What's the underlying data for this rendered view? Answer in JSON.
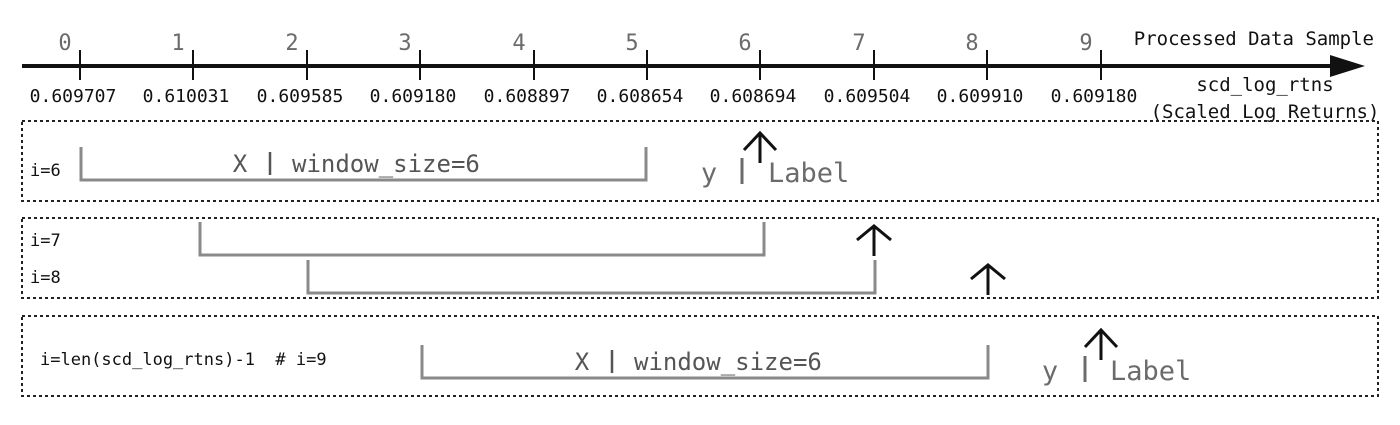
{
  "axis": {
    "indices": [
      "0",
      "1",
      "2",
      "3",
      "4",
      "5",
      "6",
      "7",
      "8",
      "9"
    ],
    "values": [
      "0.609707",
      "0.610031",
      "0.609585",
      "0.609180",
      "0.608897",
      "0.608654",
      "0.608694",
      "0.609504",
      "0.609910",
      "0.609180"
    ],
    "title": "Processed Data Sample",
    "series_name": "scd_log_rtns",
    "series_desc": "(Scaled Log Returns)"
  },
  "panels": [
    {
      "row_label": "i=6",
      "x_label": "X",
      "window_label": "window_size=6",
      "y_label": "y",
      "label_text": "Label"
    },
    {
      "row_labels": [
        "i=7",
        "i=8"
      ]
    },
    {
      "row_label": "i=len(scd_log_rtns)-1  # i=9",
      "x_label": "X",
      "window_label": "window_size=6",
      "y_label": "y",
      "label_text": "Label"
    }
  ],
  "colors": {
    "axis": "#111111",
    "bracket": "#8a8a8a",
    "arrow": "#111111",
    "panel_border": "#222222"
  }
}
